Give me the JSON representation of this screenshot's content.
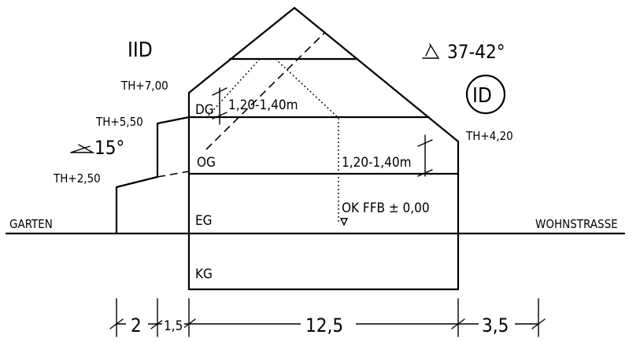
{
  "labels": {
    "storeys_rear": "IID",
    "storeys_front": "ID",
    "roof_angle_main": "37-42°",
    "roof_angle_rear": "15°",
    "th_700": "TH+7,00",
    "th_550": "TH+5,50",
    "th_250": "TH+2,50",
    "th_420": "TH+4,20",
    "dg": "DG",
    "og": "OG",
    "eg": "EG",
    "kg": "KG",
    "dg_height": "1,20-1,40m",
    "og_height": "1,20-1,40m",
    "okffb": "OK FFB ± 0,00",
    "garten": "GARTEN",
    "wohnstrasse": "WOHNSTRASSE"
  },
  "dimensions": {
    "d1": "2",
    "d2": "1,5",
    "d3": "12,5",
    "d4": "3,5"
  }
}
